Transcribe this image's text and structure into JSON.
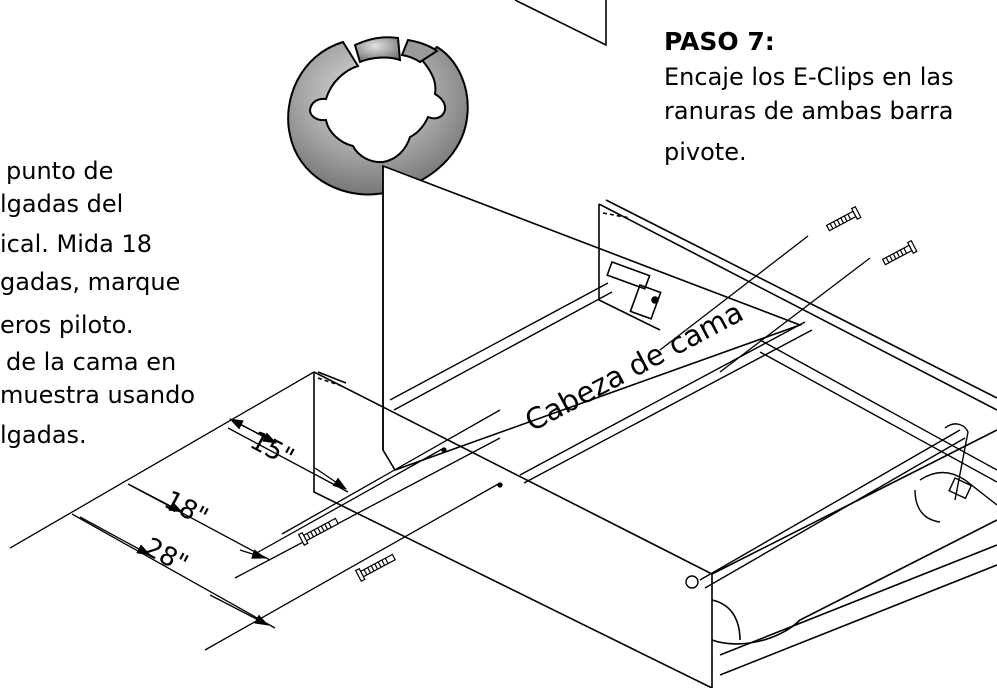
{
  "step": {
    "title": "PASO 7:",
    "lines": [
      "Encaje los E-Clips en las",
      "ranuras de ambas barra",
      "pivote."
    ]
  },
  "left_text": {
    "lines": [
      "punto de",
      "lgadas del",
      "ical. Mida 18",
      "gadas, marque",
      "eros piloto.",
      "de la cama en",
      "muestra usando",
      "lgadas."
    ]
  },
  "diagram": {
    "headboard_label": "Cabeza de cama",
    "dimensions": [
      "15\"",
      "18\"",
      "28\""
    ],
    "colors": {
      "line": "#000000",
      "eclip_fill": "#8c8c8c",
      "eclip_highlight": "#d4d4d4",
      "background": "#ffffff"
    },
    "icons": [
      "e-clip-icon",
      "screw-icon"
    ]
  }
}
